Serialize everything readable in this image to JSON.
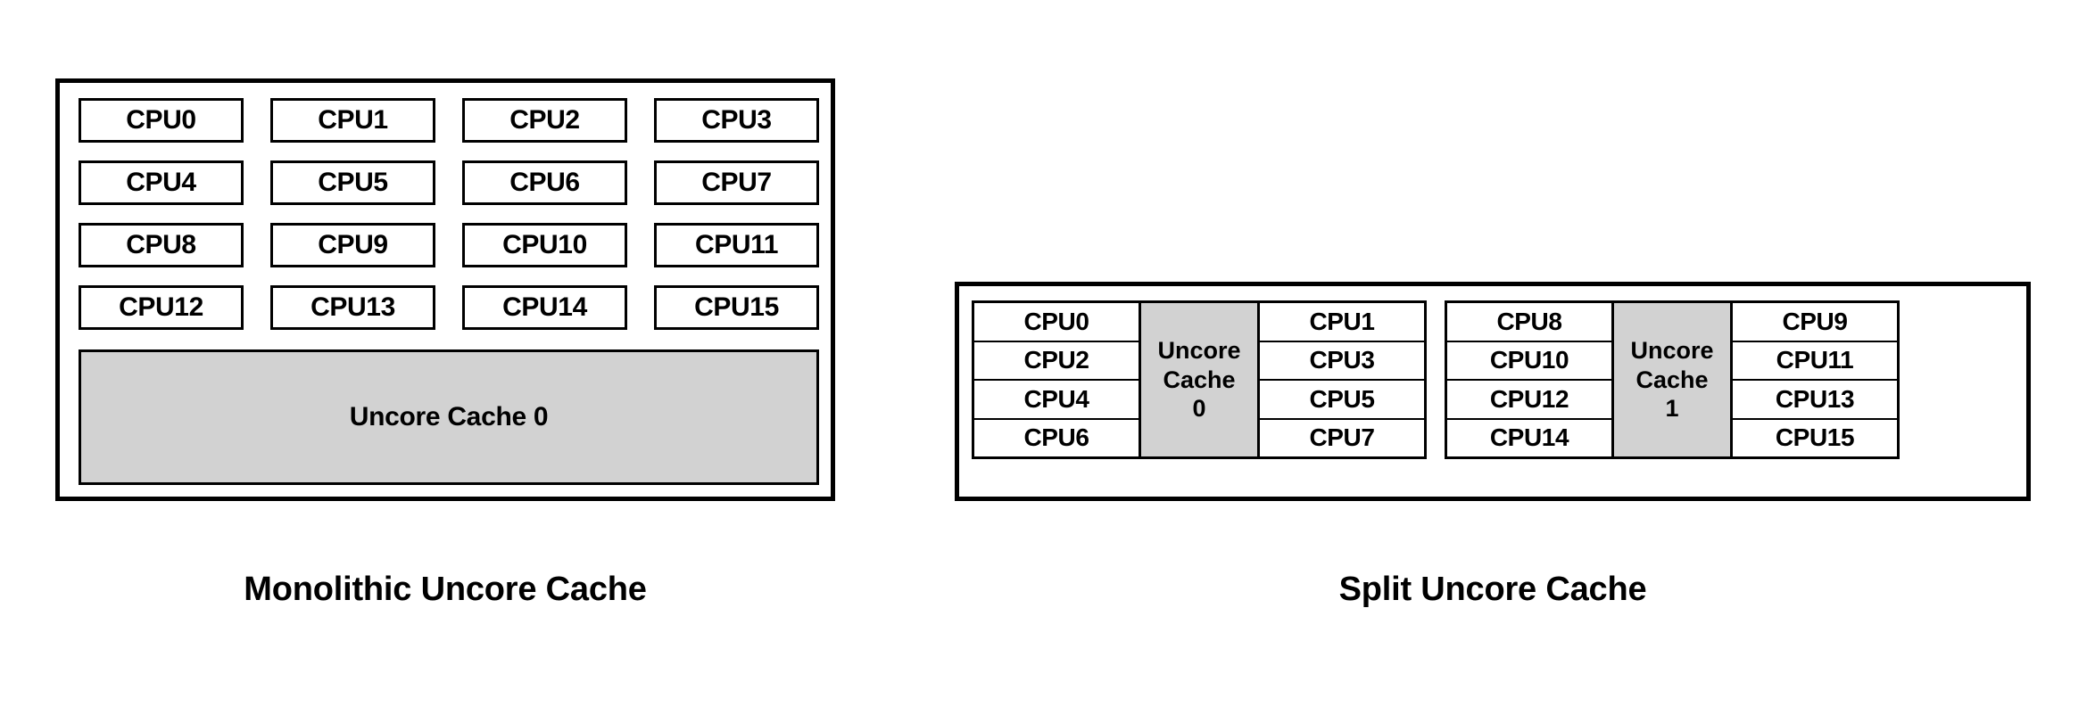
{
  "figure": {
    "background_color": "#ffffff",
    "line_color": "#000000",
    "cache_fill_color": "#d2d2d2"
  },
  "monolithic": {
    "caption": "Monolithic Uncore Cache",
    "cpu_grid": [
      [
        "CPU0",
        "CPU1",
        "CPU2",
        "CPU3"
      ],
      [
        "CPU4",
        "CPU5",
        "CPU6",
        "CPU7"
      ],
      [
        "CPU8",
        "CPU9",
        "CPU10",
        "CPU11"
      ],
      [
        "CPU12",
        "CPU13",
        "CPU14",
        "CPU15"
      ]
    ],
    "cache_label": "Uncore Cache 0"
  },
  "split": {
    "caption": "Split Uncore Cache",
    "clusters": [
      {
        "left_column": [
          "CPU0",
          "CPU2",
          "CPU4",
          "CPU6"
        ],
        "cache": {
          "line1": "Uncore",
          "line2": "Cache",
          "line3": "0"
        },
        "right_column": [
          "CPU1",
          "CPU3",
          "CPU5",
          "CPU7"
        ]
      },
      {
        "left_column": [
          "CPU8",
          "CPU10",
          "CPU12",
          "CPU14"
        ],
        "cache": {
          "line1": "Uncore",
          "line2": "Cache",
          "line3": "1"
        },
        "right_column": [
          "CPU9",
          "CPU11",
          "CPU13",
          "CPU15"
        ]
      }
    ]
  }
}
